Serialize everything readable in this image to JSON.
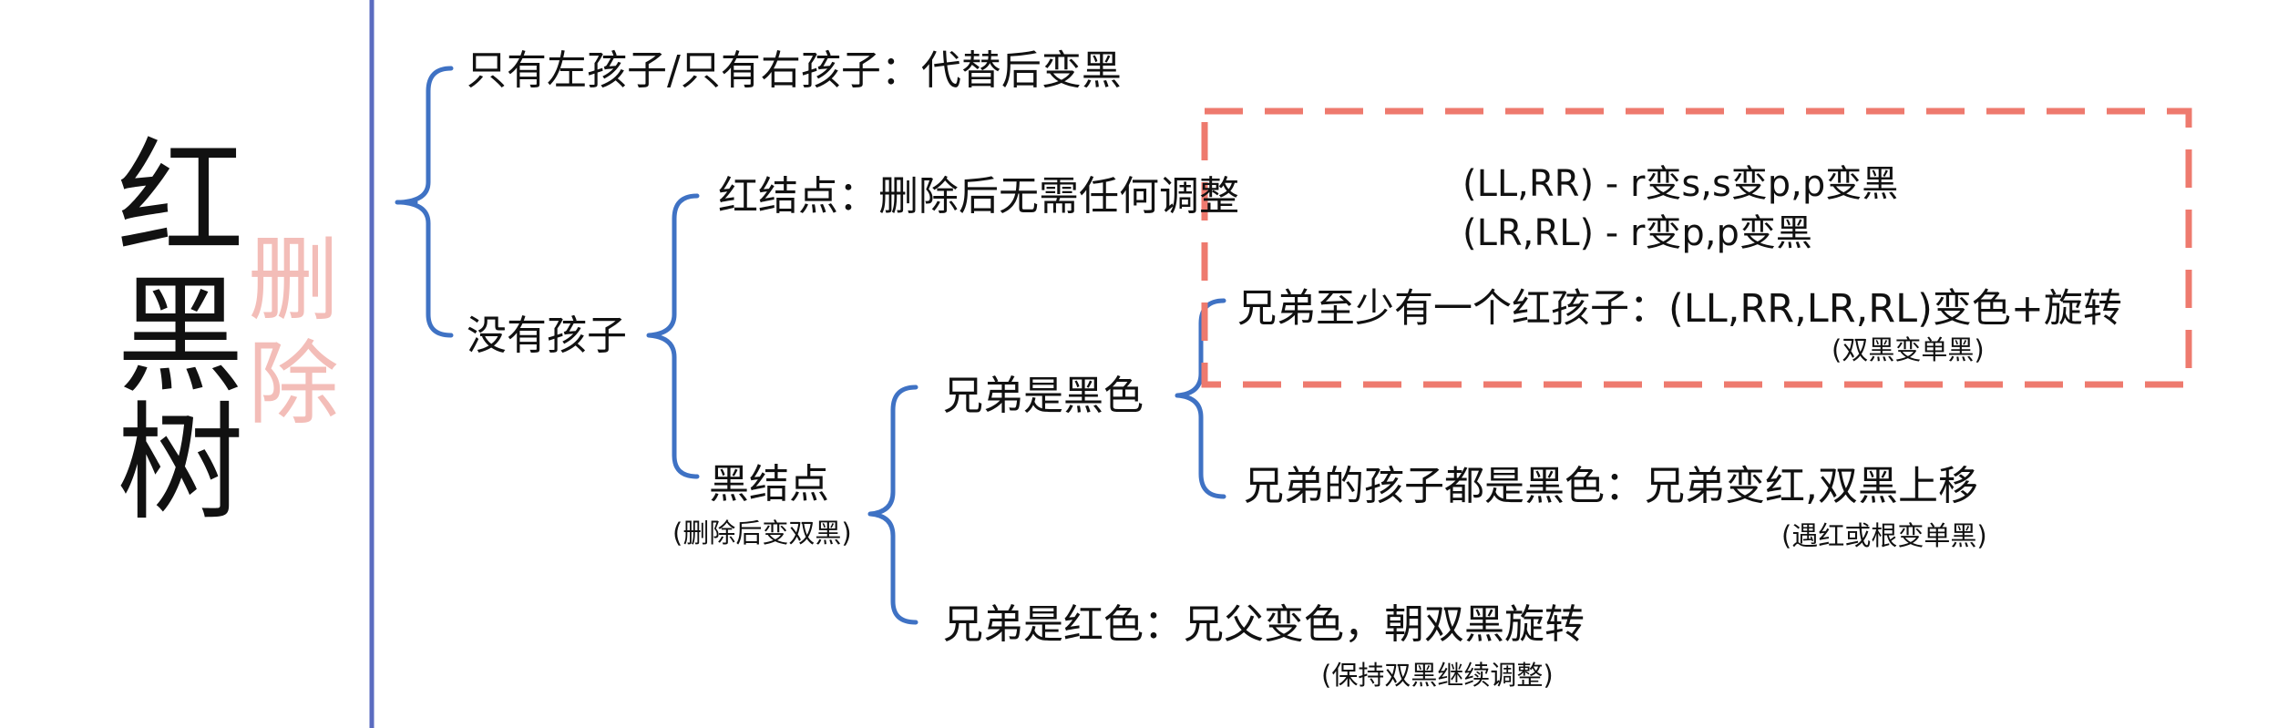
{
  "title": {
    "chars": [
      "红",
      "黑",
      "树"
    ]
  },
  "subtitle": {
    "chars": [
      "删",
      "除"
    ]
  },
  "colors": {
    "bracket": "#3F72C4",
    "divider": "#5B6CC0",
    "subtitle": "#F3BDB8",
    "dashed_box": "#EE7A6E",
    "text": "#111111"
  },
  "nodes": {
    "only_one_child": "只有左孩子/只有右孩子：代替后变黑",
    "no_children": "没有孩子",
    "red_node": "红结点：删除后无需任何调整",
    "black_node": "黑结点",
    "black_node_note": "(删除后变双黑)",
    "sibling_black": "兄弟是黑色",
    "sibling_red": "兄弟是红色：兄父变色，朝双黑旋转",
    "sibling_red_note": "(保持双黑继续调整)",
    "sibling_has_red": "兄弟至少有一个红孩子：(LL,RR,LR,RL)变色+旋转",
    "sibling_has_red_note": "(双黑变单黑)",
    "sibling_children_black": "兄弟的孩子都是黑色：兄弟变红,双黑上移",
    "sibling_children_black_note": "(遇红或根变单黑)",
    "case_ll_rr": "(LL,RR) - r变s,s变p,p变黑",
    "case_lr_rl": "(LR,RL) - r变p,p变黑"
  }
}
